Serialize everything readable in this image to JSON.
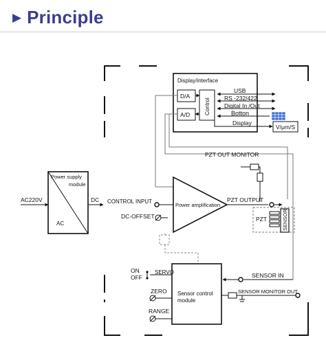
{
  "header": {
    "title": "Principle"
  },
  "blocks": {
    "display_interface": {
      "title": "Display/interface",
      "da": "D/A",
      "ad": "A/D",
      "control": "Control"
    },
    "power_supply": {
      "title_line1": "Power supply",
      "title_line2": "module",
      "ac": "AC"
    },
    "power_amp": {
      "label": "Power amplification"
    },
    "sensor_control": {
      "line1": "Sensor control",
      "line2": "module"
    }
  },
  "labels": {
    "usb": "USB",
    "rs": "RS -232/422",
    "digital": "Digital In /Out",
    "botton": "Botton",
    "display": "Display",
    "display_unit": "V/μm/S",
    "pzt_out_monitor": "PZT OUT MONITOR",
    "ac220v": "AC220V",
    "dc": "DC",
    "control_input": "CONTROL INPUT",
    "dc_offset": "DC-OFFSET",
    "pzt_output": "PZT OUTPUT",
    "pzt": "PZT",
    "sensor": "SENSOR",
    "on": "ON",
    "off": "OFF",
    "servo": "SERVO",
    "zero": "ZERO",
    "range": "RANGE",
    "sensor_in": "SENSOR IN",
    "sensor_monitor_out": "SENSOR MONITOR OUT"
  },
  "colors": {
    "title": "#3d3d8f",
    "line": "#111111",
    "dashed": "#888888",
    "keypad": "#3a6fd8"
  }
}
